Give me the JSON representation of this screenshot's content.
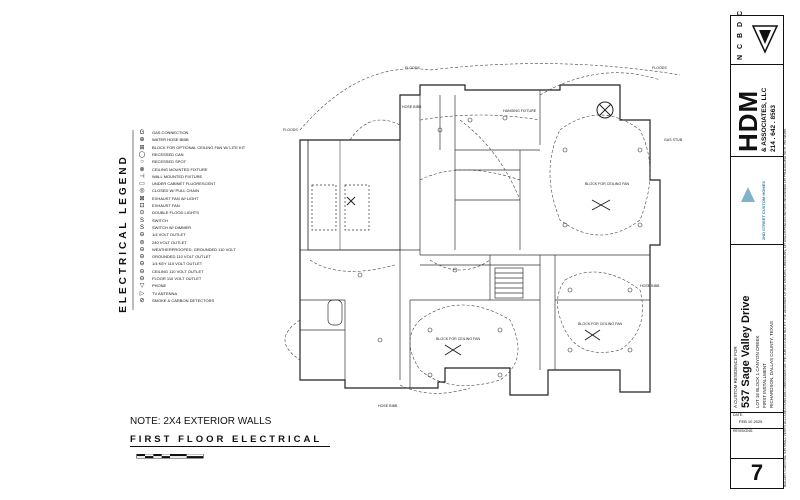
{
  "legend": {
    "title": "ELECTRICAL LEGEND",
    "items": [
      {
        "symbol": "G",
        "label": "GAS CONNECTION"
      },
      {
        "symbol": "⊕",
        "label": "WATER HOSE BIBB"
      },
      {
        "symbol": "⊞",
        "label": "BLOCK FOR OPTIONAL CEILING FAN W/ LITE KIT"
      },
      {
        "symbol": "◯",
        "label": "RECESSED CAN"
      },
      {
        "symbol": "○",
        "label": "RECESSED SPOT"
      },
      {
        "symbol": "⊗",
        "label": "CEILING MOUNTED FIXTURE"
      },
      {
        "symbol": "⊣",
        "label": "WALL MOUNTED FIXTURE"
      },
      {
        "symbol": "▭",
        "label": "UNDER CABINET FLUORESCENT"
      },
      {
        "symbol": "◎",
        "label": "CLOSED W/ PULL CHAIN"
      },
      {
        "symbol": "⊠",
        "label": "EXHAUST FAN W/ LIGHT"
      },
      {
        "symbol": "⊡",
        "label": "EXHAUST FAN"
      },
      {
        "symbol": "⊙",
        "label": "DOUBLE FLOOD LIGHTS"
      },
      {
        "symbol": "S",
        "label": "SWITCH"
      },
      {
        "symbol": "S",
        "label": "SWITCH W/ DIMMER"
      },
      {
        "symbol": "⊖",
        "label": "1/4 VOLT OUTLET"
      },
      {
        "symbol": "⊜",
        "label": "240 VOLT OUTLET"
      },
      {
        "symbol": "⊖",
        "label": "WEATHERPROOFED, GROUNDED 110 VOLT"
      },
      {
        "symbol": "⊖",
        "label": "GROUNDED 110 VOLT OUTLET"
      },
      {
        "symbol": "⊖",
        "label": "1/4 KEY 110 VOLT OUTLET"
      },
      {
        "symbol": "⊖",
        "label": "CEILING 110 VOLT OUTLET"
      },
      {
        "symbol": "⊖",
        "label": "FLOOR 110 VOLT OUTLET"
      },
      {
        "symbol": "▽",
        "label": "PHONE"
      },
      {
        "symbol": "▷",
        "label": "TV ANTENNA"
      },
      {
        "symbol": "⊘",
        "label": "SMOKE & CARBON DETECTORS"
      }
    ]
  },
  "note": "NOTE: 2X4 EXTERIOR WALLS",
  "drawing_title": "FIRST FLOOR ELECTRICAL",
  "plan_labels": {
    "flood_tl": "FLOODS",
    "flood_tr": "FLOODS",
    "flood_left": "FLOODS",
    "hose_bibb_top": "HOSE BIBB",
    "hose_bibb_bottom": "HOSE BIBB",
    "hose_bibb_right": "HOSE BIBB",
    "dining": "HANGING FIXTURE",
    "gas_stub": "GAS STUB",
    "fan_block_living": "BLOCK FOR CEILING FAN",
    "fan_block_bed1": "BLOCK FOR CEILING FAN",
    "fan_block_bed2": "BLOCK FOR CEILING FAN"
  },
  "title_block": {
    "ncbdc": "N C B D C",
    "firm": "HDM",
    "firm_sub": "& ASSOCIATES, LLC",
    "phone": "214 . 642 . 8563",
    "builder": "2ND STREET CUSTOM HOMES",
    "custom_residence": "A CUSTOM RESIDENCE FOR",
    "address": "537 Sage Valley Drive",
    "lot": "LOT 16 BLOCK 1 CANYON CREEK",
    "install": "FIRST INSTALLMENT",
    "city": "RICHARDSON, DALLAS COUNTY, TEXAS",
    "date_label": "DATE:",
    "date": "FEB 10 2025",
    "revisions_label": "REVISIONS:",
    "sheet_number": "7"
  },
  "side_note": "BUILDER / CONTRACTOR SHALL VERIFY ALL CONDITIONS AND DIMENSIONS ON THE JOB SITE AND NOTIFY THE DESIGNER OF ANY ERRORS, OMISSIONS, OR DISCREPANCIES BEFORE BEGINNING OR PROCEEDING WITH THE WORK"
}
